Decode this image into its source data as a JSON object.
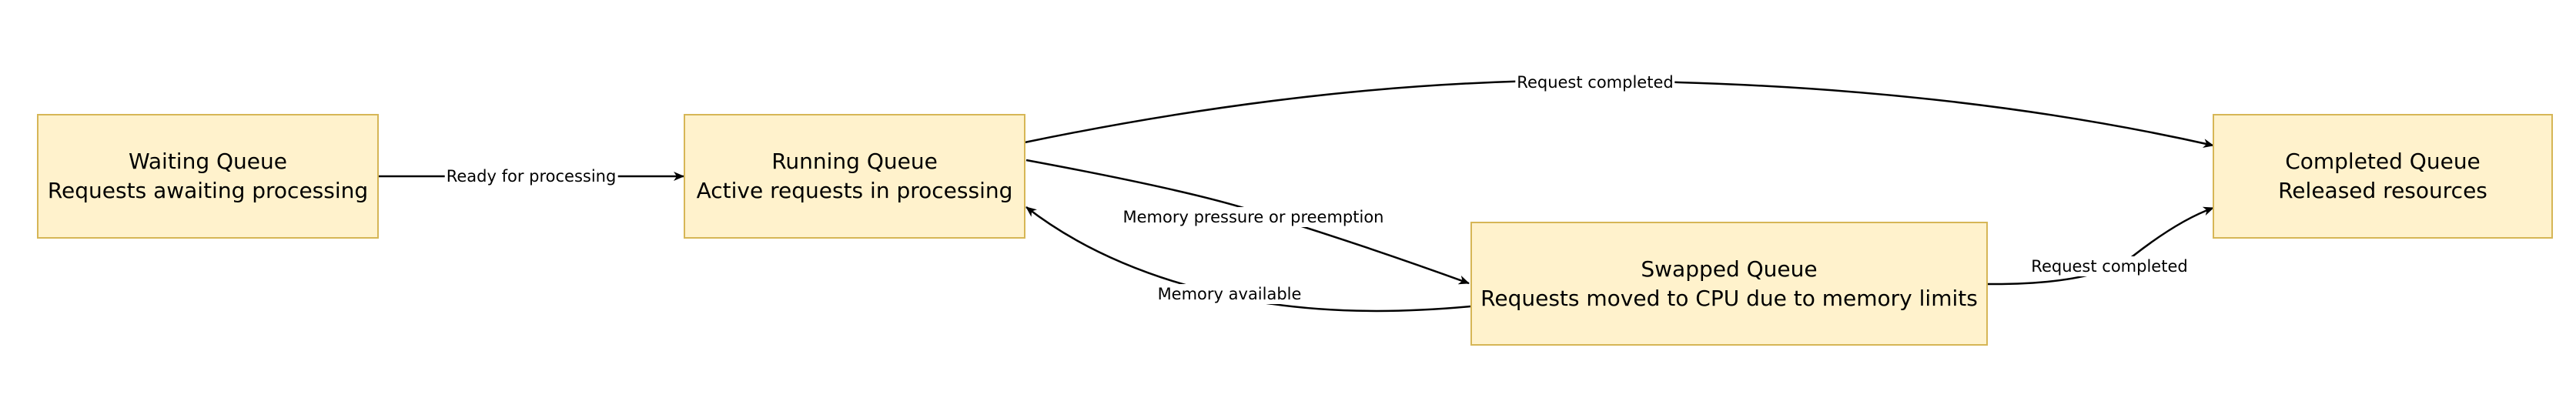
{
  "nodes": {
    "waiting": {
      "title": "Waiting Queue",
      "subtitle": "Requests awaiting processing"
    },
    "running": {
      "title": "Running Queue",
      "subtitle": "Active requests in processing"
    },
    "swapped": {
      "title": "Swapped Queue",
      "subtitle": "Requests moved to CPU due to memory limits"
    },
    "completed": {
      "title": "Completed Queue",
      "subtitle": "Released resources"
    }
  },
  "edges": {
    "waiting_to_running": "Ready for processing",
    "running_to_completed": "Request completed",
    "running_to_swapped": "Memory pressure or preemption",
    "swapped_to_running": "Memory available",
    "swapped_to_completed": "Request completed"
  },
  "colors": {
    "node_fill": "#fff2cc",
    "node_border": "#d6b656",
    "edge": "#000000"
  }
}
